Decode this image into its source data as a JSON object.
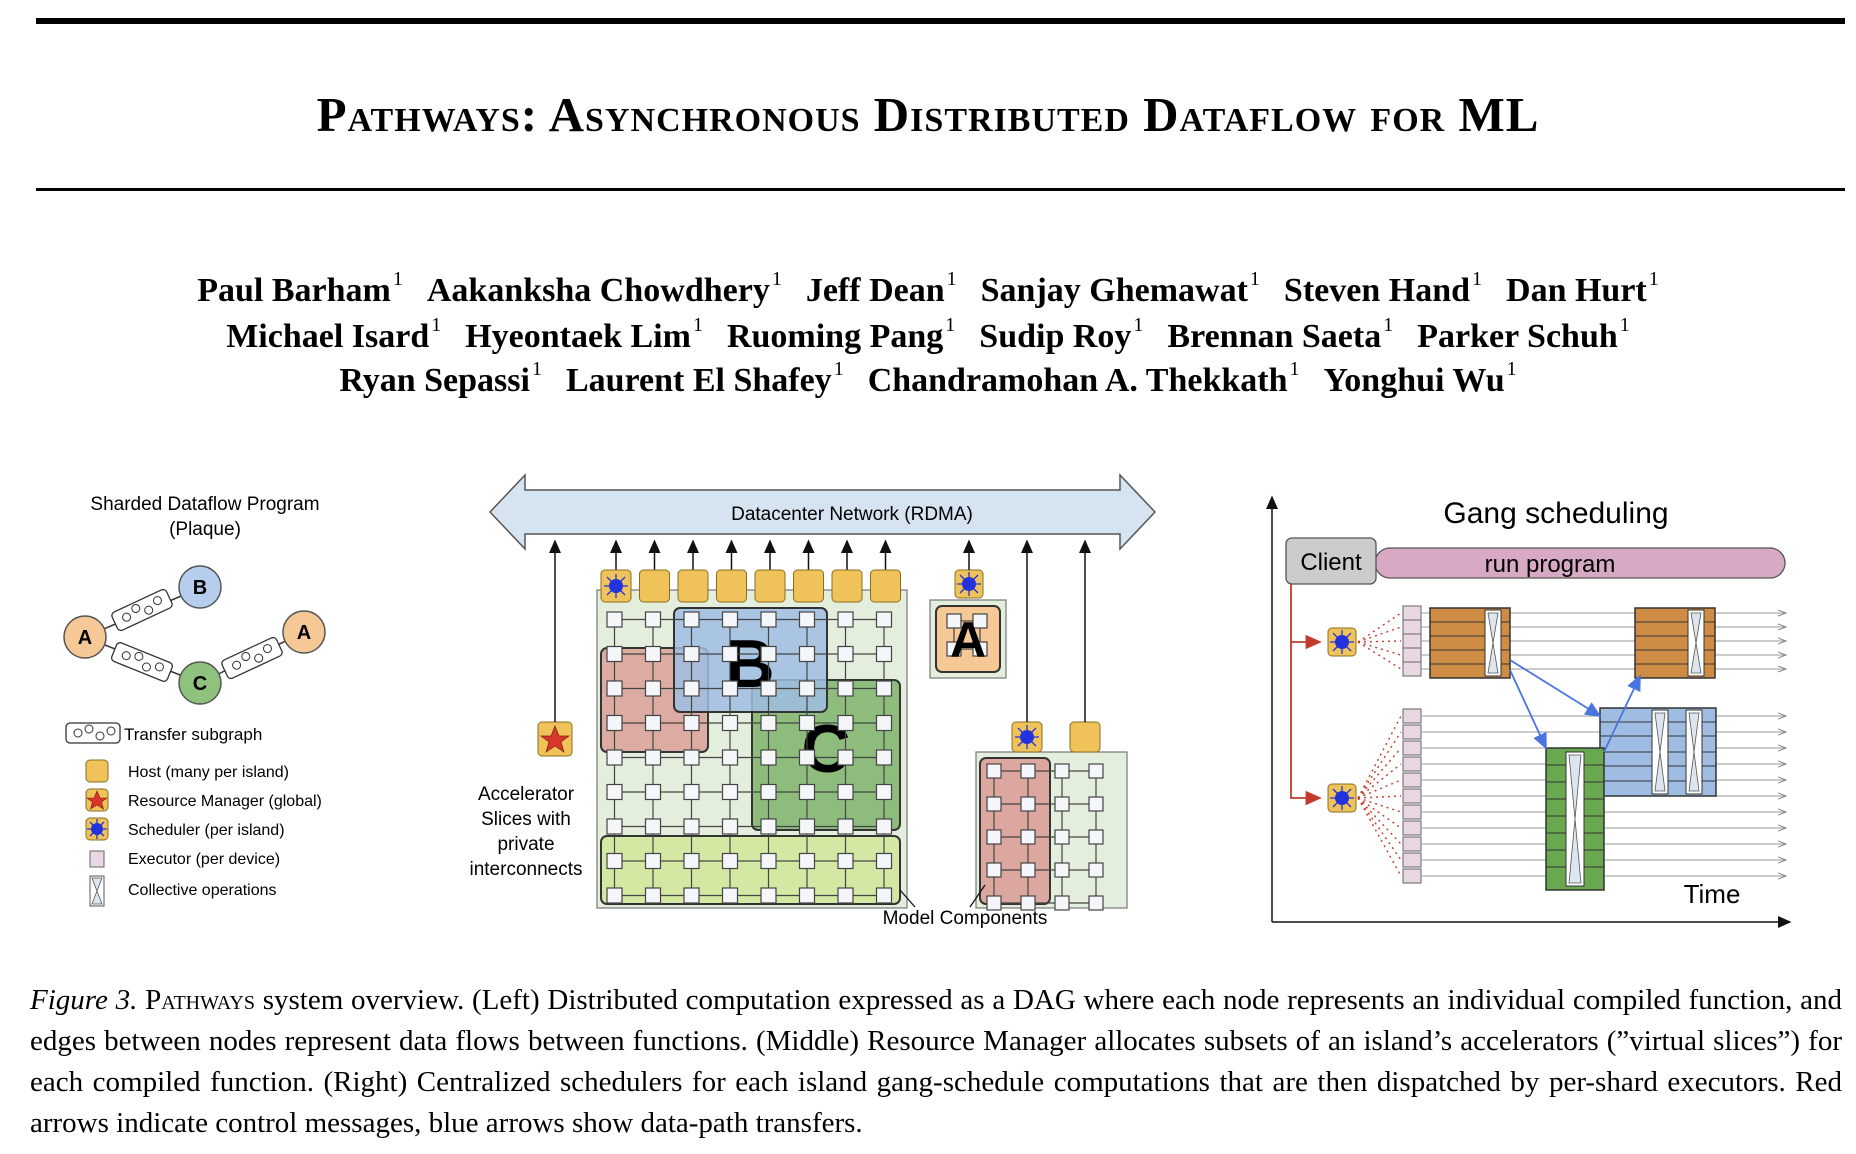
{
  "header": {
    "title": "Pathways: Asynchronous Distributed Dataflow for ML"
  },
  "authors": [
    [
      {
        "name": "Paul Barham",
        "affil": "1"
      },
      {
        "name": "Aakanksha Chowdhery",
        "affil": "1"
      },
      {
        "name": "Jeff Dean",
        "affil": "1"
      },
      {
        "name": "Sanjay Ghemawat",
        "affil": "1"
      },
      {
        "name": "Steven Hand",
        "affil": "1"
      },
      {
        "name": "Dan Hurt",
        "affil": "1"
      }
    ],
    [
      {
        "name": "Michael Isard",
        "affil": "1"
      },
      {
        "name": "Hyeontaek Lim",
        "affil": "1"
      },
      {
        "name": "Ruoming Pang",
        "affil": "1"
      },
      {
        "name": "Sudip Roy",
        "affil": "1"
      },
      {
        "name": "Brennan Saeta",
        "affil": "1"
      },
      {
        "name": "Parker Schuh",
        "affil": "1"
      }
    ],
    [
      {
        "name": "Ryan Sepassi",
        "affil": "1"
      },
      {
        "name": "Laurent El Shafey",
        "affil": "1"
      },
      {
        "name": "Chandramohan A. Thekkath",
        "affil": "1"
      },
      {
        "name": "Yonghui Wu",
        "affil": "1"
      }
    ]
  ],
  "figure": {
    "left_panel": {
      "title_line1": "Sharded Dataflow Program",
      "title_line2": "(Plaque)",
      "node_a": "A",
      "node_b": "B",
      "node_c": "C",
      "legend": {
        "transfer": "Transfer subgraph",
        "host": "Host (many per island)",
        "resource_manager": "Resource Manager (global)",
        "scheduler": "Scheduler (per island)",
        "executor": "Executor (per device)",
        "collective": "Collective operations"
      }
    },
    "middle_panel": {
      "network_label": "Datacenter Network (RDMA)",
      "slice_a": "A",
      "slice_b": "B",
      "slice_c": "C",
      "accel_line1": "Accelerator",
      "accel_line2": "Slices with",
      "accel_line3": "private",
      "accel_line4": "interconnects",
      "model_components": "Model Components"
    },
    "right_panel": {
      "title": "Gang scheduling",
      "client": "Client",
      "run_program": "run program",
      "time": "Time"
    }
  },
  "caption": {
    "label": "Figure 3.",
    "pathways": "Pathways",
    "text": " system overview. (Left) Distributed computation expressed as a DAG where each node represents an individual compiled function, and edges between nodes represent data flows between functions. (Middle) Resource Manager allocates subsets of an island’s accelerators (”virtual slices”) for each compiled function. (Right) Centralized schedulers for each island gang-schedule computations that are then dispatched by per-shard executors. Red arrows indicate control messages, blue arrows show data-path transfers."
  },
  "colors": {
    "host": "#f0c35a",
    "node_a": "#f5c896",
    "node_b": "#b7cdee",
    "node_c": "#8fc27c",
    "network": "#d6e4f2",
    "client": "#cccccc",
    "run_program": "#d7a9c4",
    "executor": "#ead7e4",
    "orange_block": "#cf8c45",
    "blue_block": "#9fbde3",
    "green_block": "#6aa84f",
    "control_arrow": "#c43b2b",
    "data_arrow": "#4a74e0"
  }
}
